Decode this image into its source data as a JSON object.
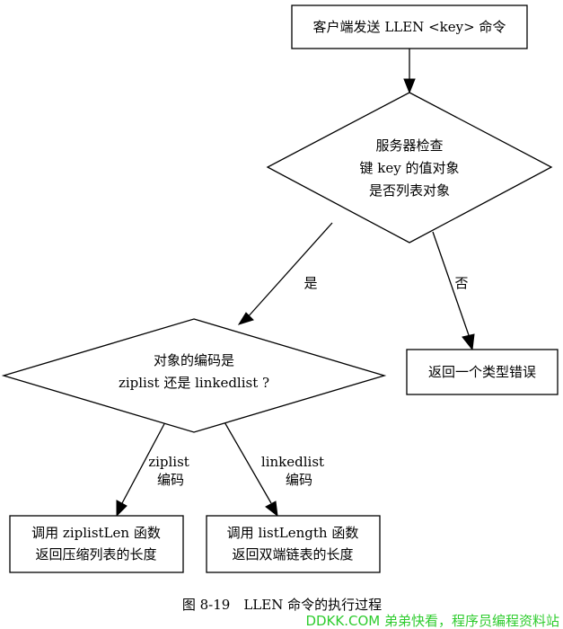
{
  "nodes": {
    "start": {
      "lines": [
        "客户端发送 LLEN <key> 命令"
      ]
    },
    "check_type": {
      "lines": [
        "服务器检查",
        "键 key 的值对象",
        "是否列表对象"
      ]
    },
    "check_encoding": {
      "lines": [
        "对象的编码是",
        "ziplist 还是 linkedlist ?"
      ]
    },
    "type_error": {
      "lines": [
        "返回一个类型错误"
      ]
    },
    "ziplist_result": {
      "lines": [
        "调用 ziplistLen 函数",
        "返回压缩列表的长度"
      ]
    },
    "linkedlist_result": {
      "lines": [
        "调用 listLength 函数",
        "返回双端链表的长度"
      ]
    }
  },
  "edges": {
    "yes": {
      "lines": [
        "是"
      ]
    },
    "no": {
      "lines": [
        "否"
      ]
    },
    "ziplist": {
      "lines": [
        "ziplist",
        "编码"
      ]
    },
    "linkedlist": {
      "lines": [
        "linkedlist",
        "编码"
      ]
    }
  },
  "caption": "图 8-19　LLEN 命令的执行过程",
  "watermark": "DDKK.COM 弟弟快看，程序员编程资料站"
}
